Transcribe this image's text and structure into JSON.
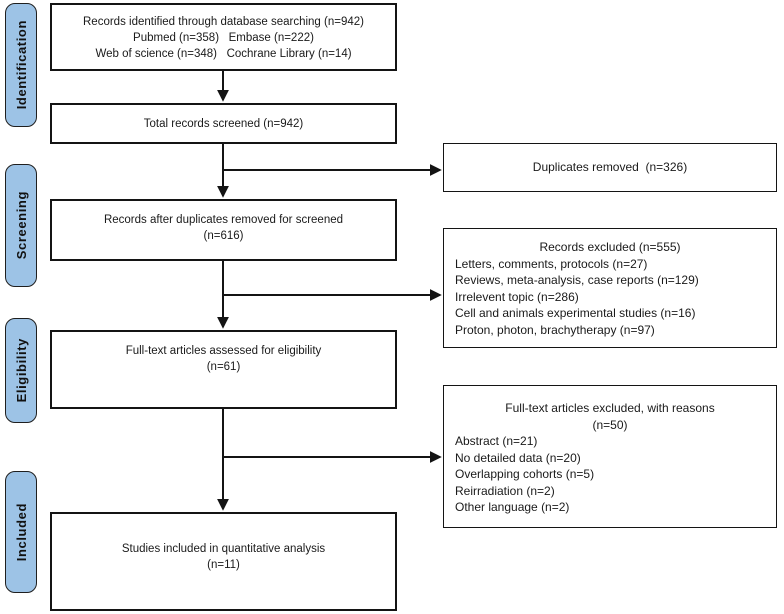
{
  "figure": {
    "title": "PRISMA study selection flow diagram",
    "colors": {
      "stage_fill": "#9DC3E6",
      "stage_border": "#1f1f1f",
      "box_border": "#141414",
      "arrow": "#141414",
      "background": "#ffffff"
    },
    "stage_labels": [
      {
        "label": "Identification"
      },
      {
        "label": "Screening"
      },
      {
        "label": "Eligibility"
      },
      {
        "label": "Included"
      }
    ],
    "flow_boxes": [
      {
        "lines": [
          "Records identified through database searching (n=942)",
          "Pubmed (n=358)   Embase (n=222)",
          "Web of science (n=348)   Cochrane Library (n=14)"
        ]
      },
      {
        "lines": [
          "Total records screened (n=942)"
        ]
      },
      {
        "lines": [
          "Records after duplicates removed for screened",
          "(n=616)"
        ]
      },
      {
        "lines": [
          "Full-text articles assessed for eligibility",
          "(n=61)"
        ]
      },
      {
        "lines": [
          "Studies included in quantitative analysis",
          "(n=11)"
        ]
      }
    ],
    "side_boxes": [
      {
        "heading": [
          "Duplicates removed  (n=326)"
        ],
        "items": []
      },
      {
        "heading": [
          "Records excluded (n=555)"
        ],
        "items": [
          "Letters, comments, protocols (n=27)",
          "Reviews, meta-analysis, case reports (n=129)",
          "Irrelevent topic (n=286)",
          "Cell and animals experimental studies (n=16)",
          "Proton, photon, brachytherapy (n=97)"
        ]
      },
      {
        "heading": [
          "Full-text articles excluded, with reasons",
          "(n=50)"
        ],
        "items": [
          "Abstract (n=21)",
          "No detailed data (n=20)",
          "Overlapping cohorts (n=5)",
          "Reirradiation (n=2)",
          "Other language (n=2)"
        ]
      }
    ]
  }
}
